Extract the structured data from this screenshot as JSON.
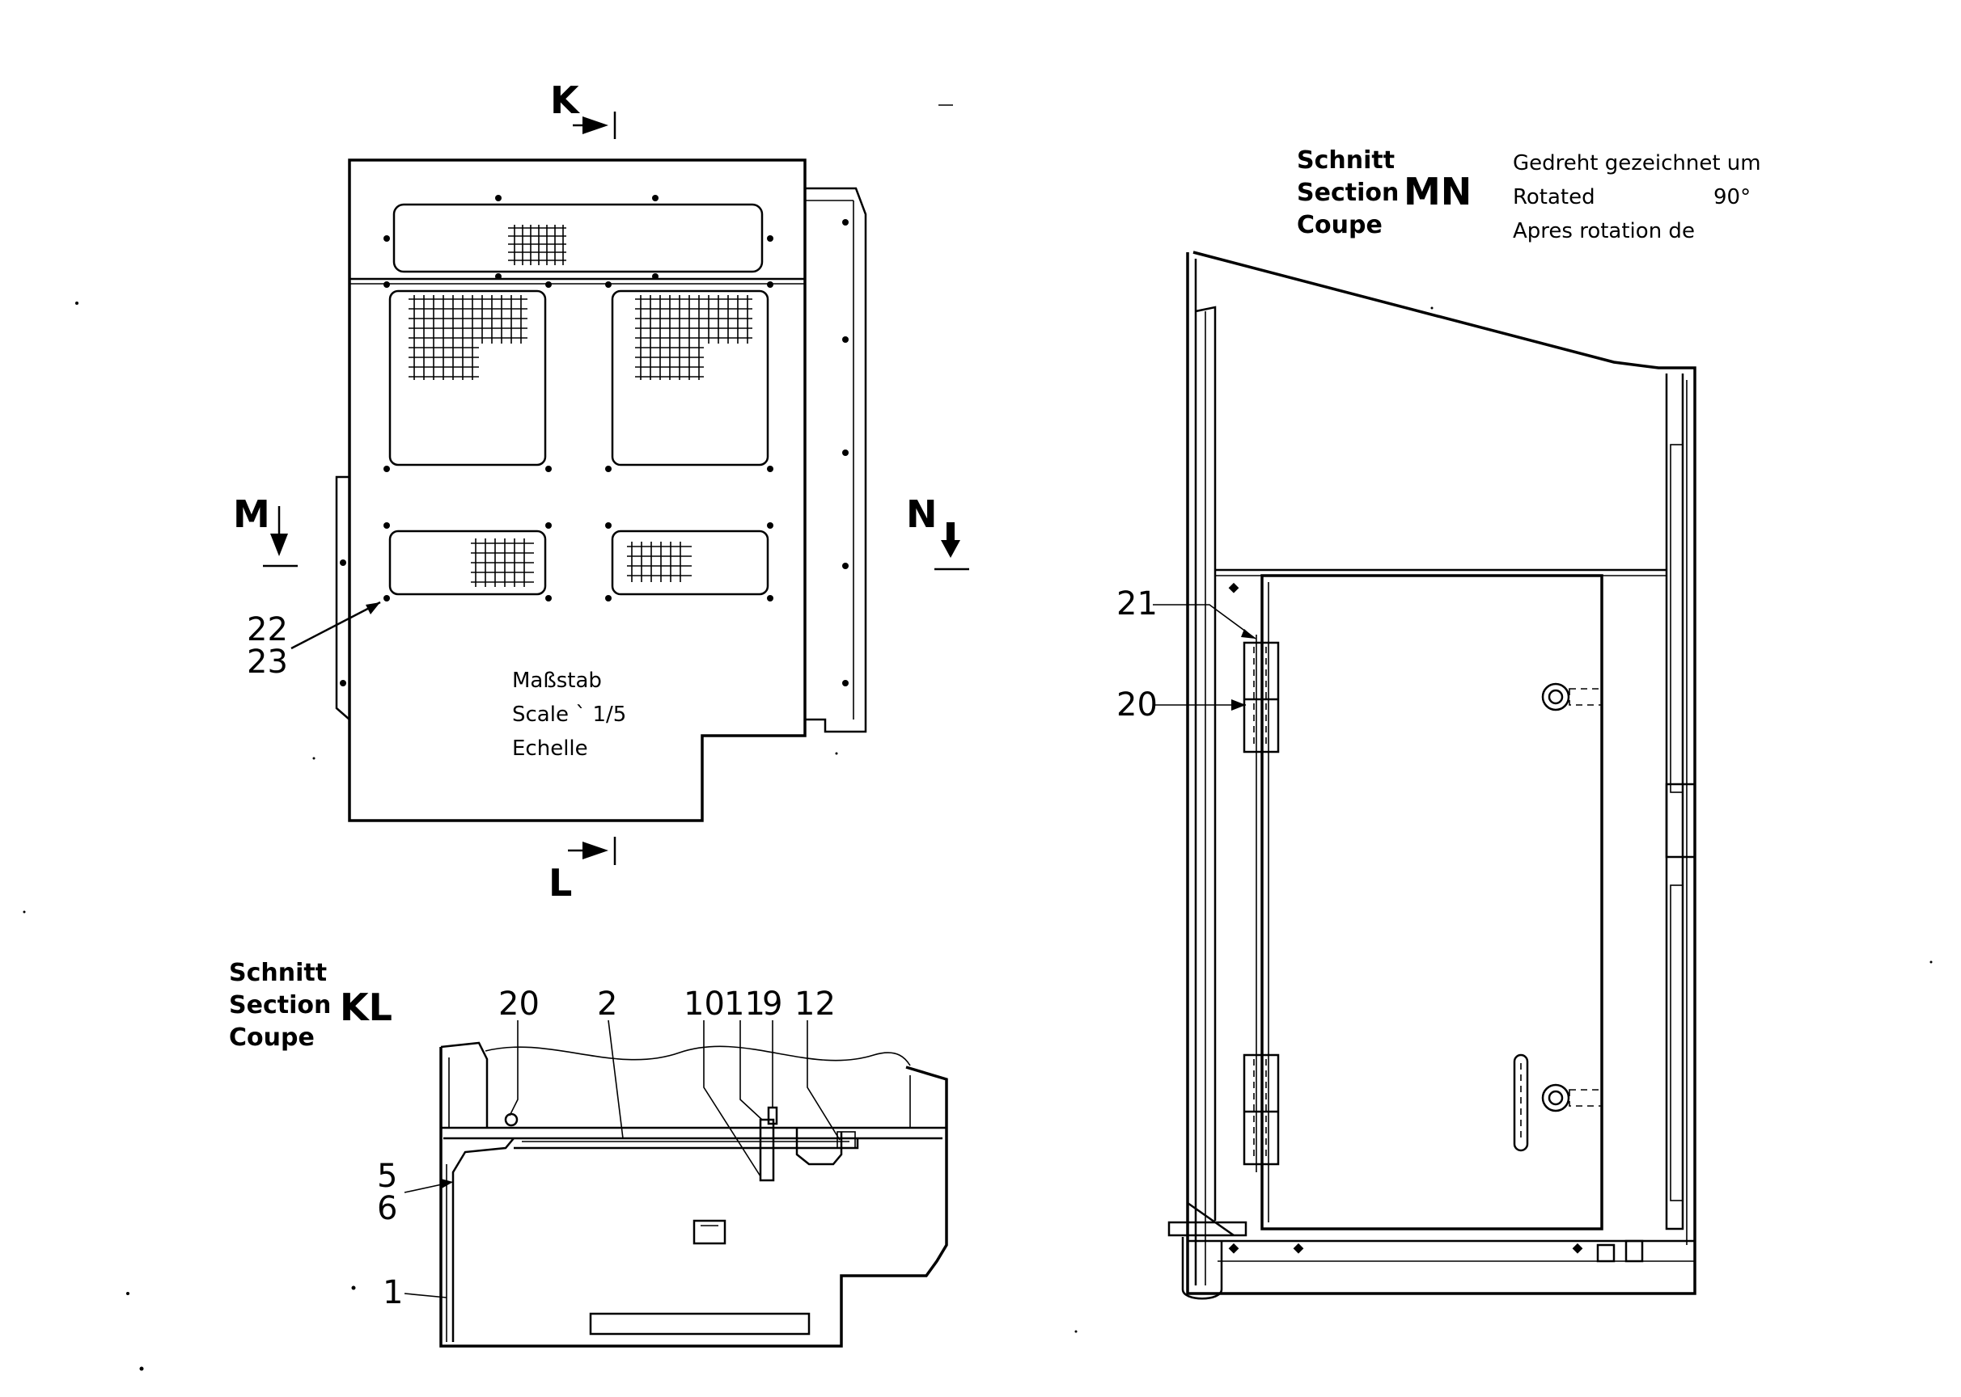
{
  "top_view": {
    "section_markers": {
      "K": "K",
      "L": "L",
      "M": "M",
      "N": "N"
    },
    "callouts": {
      "c22": "22",
      "c23": "23"
    },
    "scale_note": {
      "line1": "Maßstab",
      "line2": "Scale ` 1/5",
      "line3": "Echelle"
    }
  },
  "section_kl": {
    "title": {
      "line1": "Schnitt",
      "line2": "Section",
      "line3": "Coupe",
      "code": "KL"
    },
    "callouts": {
      "c20": "20",
      "c2": "2",
      "c10": "10",
      "c11": "11",
      "c9": "9",
      "c12": "12",
      "c5": "5",
      "c6": "6",
      "c1": "1"
    }
  },
  "section_mn": {
    "title": {
      "line1": "Schnitt",
      "line2": "Section",
      "line3": "Coupe",
      "code": "MN"
    },
    "rotation_note": {
      "line1": "Gedreht gezeichnet um",
      "line2": "Rotated",
      "line3": "Apres rotation de",
      "angle": "90°"
    },
    "callouts": {
      "c21": "21",
      "c20": "20"
    }
  }
}
